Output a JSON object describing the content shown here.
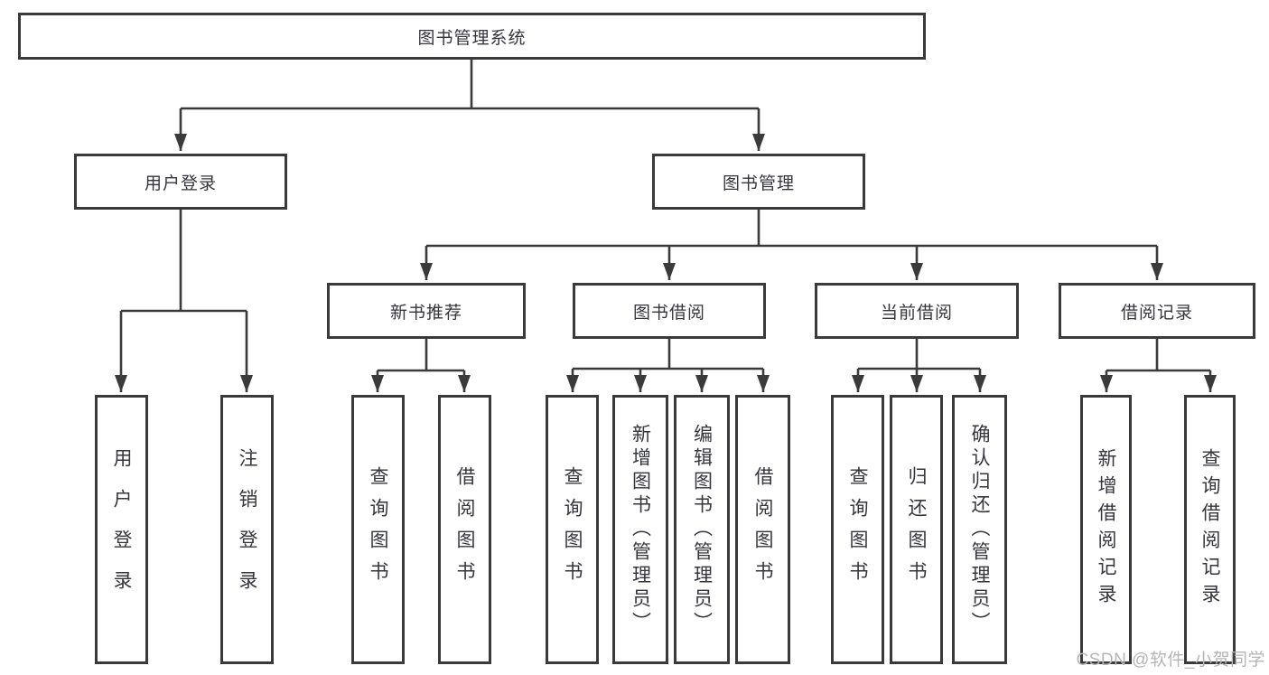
{
  "diagram": {
    "title": "图书管理系统",
    "level2": {
      "user_login": "用户登录",
      "book_management": "图书管理"
    },
    "level3": {
      "new_book_recommend": "新书推荐",
      "book_borrow": "图书借阅",
      "current_borrow": "当前借阅",
      "borrow_records": "借阅记录"
    },
    "leaves": {
      "user_login": "用户登录",
      "logout": "注销登录",
      "nb_query_books": "查询图书",
      "nb_borrow_books": "借阅图书",
      "bb_query_books": "查询图书",
      "bb_add_books_admin": "新增图书（管理员）",
      "bb_edit_books_admin": "编辑图书（管理员）",
      "bb_borrow_books": "借阅图书",
      "cb_query_books": "查询图书",
      "cb_return_books": "归还图书",
      "cb_confirm_return_admin": "确认归还（管理员）",
      "rec_add_record": "新增借阅记录",
      "rec_query_record": "查询借阅记录"
    },
    "colors": {
      "line": "#3a3a3a",
      "text": "#35353d",
      "watermark": "#b5b5b5",
      "background": "#ffffff"
    },
    "watermark": "CSDN @软件_小贺同学"
  }
}
